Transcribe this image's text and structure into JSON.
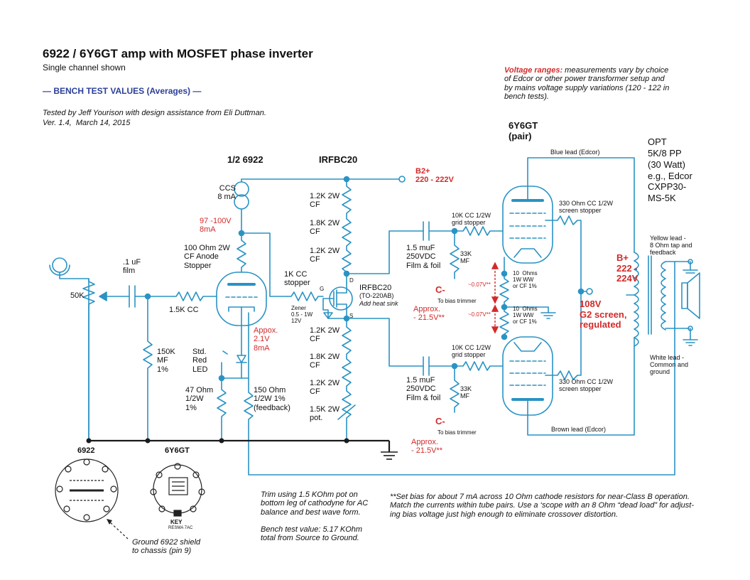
{
  "header": {
    "title": "6922 / 6Y6GT amp with MOSFET phase inverter",
    "subtitle": "Single channel shown",
    "bench_heading": "— BENCH TEST VALUES (Averages) —",
    "tested_by": "Tested by Jeff Yourison with design assistance from Eli Duttman.",
    "version": "Ver. 1.4,  March 14, 2015"
  },
  "voltage_note": {
    "label": "Voltage ranges:",
    "line1": " measurements vary by choice",
    "line2": "of Edcor or other power transformer setup and",
    "line3": "by mains voltage supply variations (120 - 122 in",
    "line4": "bench tests)."
  },
  "tubes": {
    "driver": "1/2 6922",
    "output_line1": "6Y6GT",
    "output_line2": "(pair)",
    "mosfet_heading": "IRFBC20"
  },
  "supply": {
    "b2_label": "B2+",
    "b2_value": "220 - 222V"
  },
  "opt": {
    "line1": "OPT",
    "line2": "5K/8 PP",
    "line3": "(30 Watt)",
    "line4": "e.g., Edcor",
    "line5": "CXPP30-",
    "line6": "MS-5K",
    "bplus_label": "B+",
    "bplus_value1": "222 -",
    "bplus_value2": "224V",
    "yellow1": "Yellow lead -",
    "yellow2": "8 Ohm tap and",
    "yellow3": "feedback",
    "white1": "White lead -",
    "white2": "Common and",
    "white3": "ground",
    "blue_lead": "Blue lead (Edcor)",
    "brown_lead": "Brown lead (Edcor)"
  },
  "input": {
    "pot": "50K",
    "cap1": ".1 uF",
    "cap2": "film",
    "grid_res": "1.5K CC",
    "grid_leak1": "150K",
    "grid_leak2": "MF",
    "grid_leak3": "1%"
  },
  "driver_stage": {
    "ccs1": "CCS",
    "ccs2": "8 mA",
    "plate_v1": "97 -100V",
    "plate_v2": "8mA",
    "stopper1": "100 Ohm 2W",
    "stopper2": "CF Anode",
    "stopper3": "Stopper",
    "cath_v1": "Appox.",
    "cath_v2": "2.1V",
    "cath_v3": "8mA",
    "led1": "Std.",
    "led2": "Red",
    "led3": "LED",
    "r47_1": "47 Ohm",
    "r47_2": "1/2W",
    "r47_3": "1%",
    "fb1": "150 Ohm",
    "fb2": "1/2W 1%",
    "fb3": "(feedback)"
  },
  "mosfet_stage": {
    "gate_res1": "1K CC",
    "gate_res2": "stopper",
    "zener1": "Zener",
    "zener2": "0.5 - 1W",
    "zener3": "12V",
    "pin_g": "G",
    "pin_d": "D",
    "pin_s": "S",
    "part1": "IRFBC20",
    "part2": "(TO-220AB)",
    "part3": "Add heat sink",
    "upper_r1a": "1.2K 2W",
    "upper_r1b": "CF",
    "upper_r2a": "1.8K 2W",
    "upper_r2b": "CF",
    "upper_r3a": "1.2K 2W",
    "upper_r3b": "CF",
    "lower_r1a": "1.2K 2W",
    "lower_r1b": "CF",
    "lower_r2a": "1.8K 2W",
    "lower_r2b": "CF",
    "lower_r3a": "1.2K 2W",
    "lower_r3b": "CF",
    "pot1": "1.5K 2W",
    "pot2": "pot."
  },
  "output_stage": {
    "cap_top1": "1.5 muF",
    "cap_top2": "250VDC",
    "cap_top3": "Film & foil",
    "cap_bot1": "1.5 muF",
    "cap_bot2": "250VDC",
    "cap_bot3": "Film & foil",
    "gs_top1": "10K CC 1/2W",
    "gs_top2": "grid stopper",
    "gs_bot1": "10K CC 1/2W",
    "gs_bot2": "grid stopper",
    "r33_top1": "33K",
    "r33_top2": "MF",
    "r33_bot1": "33K",
    "r33_bot2": "MF",
    "cminus_top": "C-",
    "cminus_bot": "C-",
    "bias_top": "To bias trimmer",
    "bias_bot": "To bias trimmer",
    "approx_top1": "Approx.",
    "approx_top2": "- 21.5V**",
    "approx_bot1": "Approx.",
    "approx_bot2": "- 21.5V**",
    "meas_top": "~0.07V**",
    "meas_bot": "~0.07V**",
    "kr_top1": "10  Ohms",
    "kr_top2": "1W WW",
    "kr_top3": "or CF 1%",
    "kr_bot1": "10  Ohms",
    "kr_bot2": "1W WW",
    "kr_bot3": "or CF 1%",
    "ss_top1": "330 Ohm CC 1/2W",
    "ss_top2": "screen stopper",
    "ss_bot1": "330 Ohm CC 1/2W",
    "ss_bot2": "screen stopper",
    "g2_1": "108V",
    "g2_2": "G2 screen,",
    "g2_3": "regulated"
  },
  "pinouts": {
    "left_name": "6922",
    "right_name": "6Y6GT",
    "key": "KEY",
    "resma": "RESMA 7AC",
    "ground1": "Ground 6922 shield",
    "ground2": "to chassis (pin 9)"
  },
  "notes": {
    "trim1": "Trim using 1.5 KOhm pot on",
    "trim2": "bottom leg of cathodyne for AC",
    "trim3": "balance and best wave form.",
    "bench1": "Bench test value: 5.17 KOhm",
    "bench2": "total from Source to Ground.",
    "bias1": "**Set bias for about 7 mA across 10 Ohm cathode resistors for near-Class B operation.",
    "bias2": "Match the currents within tube pairs. Use a ‘scope with an 8 Ohm “dead load” for adjust-",
    "bias3": "ing bias voltage just high enough to eliminate crossover distortion."
  },
  "colors": {
    "wire": "#2a93c4",
    "ground_bus": "#1a1a1a",
    "tube": "#2a93c4",
    "red_text": "#d22a2a",
    "blue_heading": "#2b3f99"
  }
}
